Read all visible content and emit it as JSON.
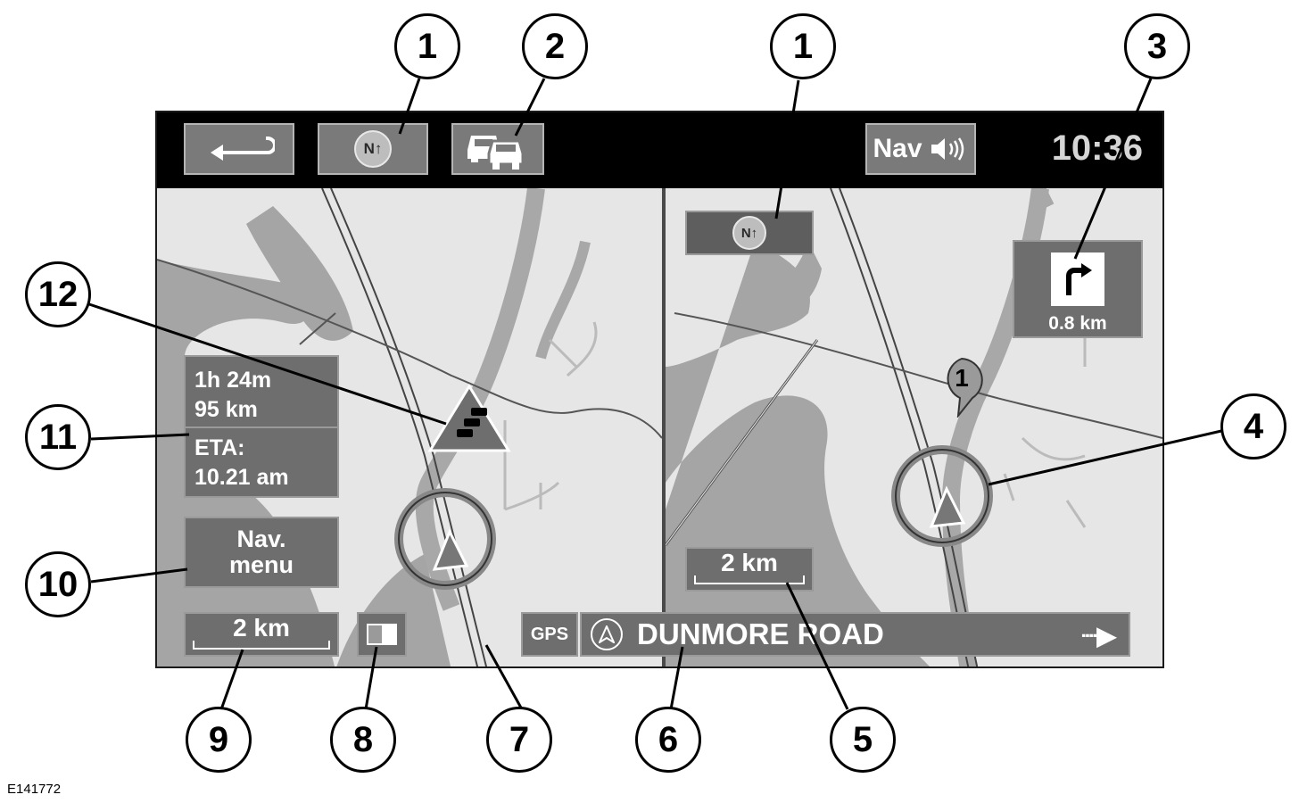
{
  "figure_id": "E141772",
  "topbar": {
    "back_icon": "back-arrow-icon",
    "map_orientation_label": "N↑",
    "traffic_icon": "traffic-cars-icon",
    "nav_audio_label": "Nav",
    "speaker_icon": "speaker-icon",
    "clock": "10:36"
  },
  "left_map": {
    "journey_time": "1h 24m",
    "distance_remaining": "95 km",
    "eta_label": "ETA:",
    "eta_time": "10.21 am",
    "nav_menu_line1": "Nav.",
    "nav_menu_line2": "menu",
    "scale": "2 km",
    "split_view_icon": "split-screen-icon",
    "traffic_warning_icon": "traffic-jam-warning-icon"
  },
  "right_map": {
    "map_orientation_label": "N↑",
    "turn_icon": "turn-right-icon",
    "turn_distance": "0.8 km",
    "waypoint_marker": "1",
    "scale": "2 km"
  },
  "street_bar": {
    "gps_label": "GPS",
    "road_icon": "compass-icon",
    "street_name": "DUNMORE ROAD",
    "more_icon": "dotted-arrow-icon",
    "more_glyph": "┈▶"
  },
  "callouts": [
    "1",
    "2",
    "1",
    "3",
    "12",
    "11",
    "10",
    "4",
    "5",
    "6",
    "7",
    "8",
    "9"
  ],
  "colors": {
    "topbar": "#000000",
    "button": "#7a7a7a",
    "panel": "#6e6e6e",
    "map_background": "#e6e6e6",
    "water": "#a5a5a5",
    "road": "#a8a8a8"
  }
}
